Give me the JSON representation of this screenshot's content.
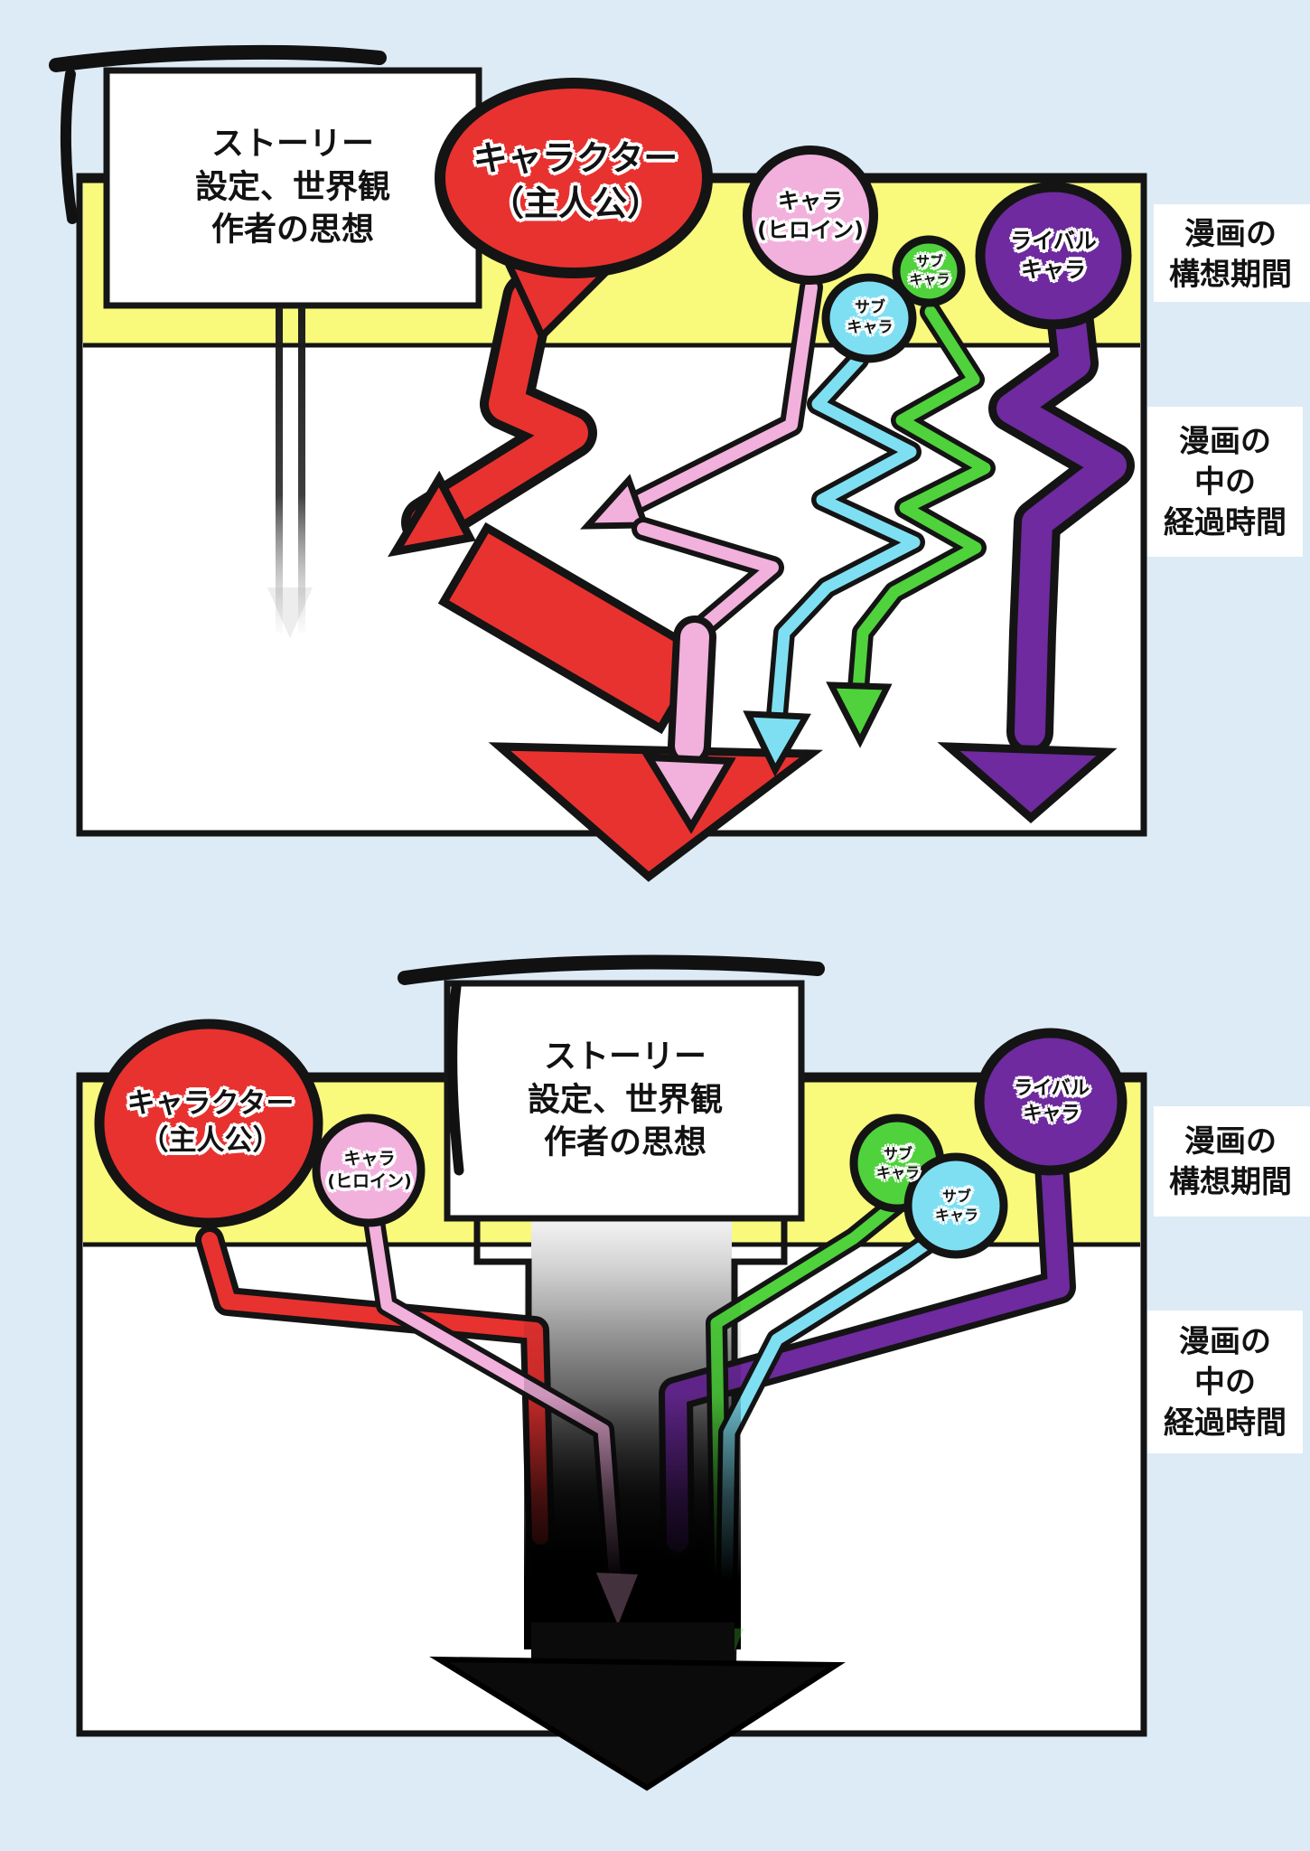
{
  "colors": {
    "page_bg": "#dcebf5",
    "panel_bg": "#ffffff",
    "outline": "#141414",
    "yellow_band": "#f9f97c",
    "red": "#e83230",
    "pink": "#f2b0dc",
    "cyan": "#7fdff2",
    "green": "#4fd23c",
    "purple": "#6e2a9e",
    "black_arrow": "#0b0b0b"
  },
  "panel_top": {
    "source_box": {
      "line1": "ストーリー",
      "line2": "設定、世界観",
      "line3": "作者の思想"
    },
    "balloons": {
      "protagonist": {
        "line1": "キャラクター",
        "line2": "（主人公）"
      },
      "heroine": {
        "line1": "キャラ",
        "line2": "(ヒロイン)"
      },
      "sub_cyan": {
        "line1": "サブ",
        "line2": "キャラ"
      },
      "sub_green": {
        "line1": "サブ",
        "line2": "キャラ"
      },
      "rival": {
        "line1": "ライバル",
        "line2": "キャラ"
      }
    },
    "side_labels": {
      "conception": {
        "line1": "漫画の",
        "line2": "構想期間"
      },
      "elapsed": {
        "line1": "漫画の",
        "line2": "中の",
        "line3": "経過時間"
      }
    }
  },
  "panel_bottom": {
    "source_box": {
      "line1": "ストーリー",
      "line2": "設定、世界観",
      "line3": "作者の思想"
    },
    "balloons": {
      "protagonist": {
        "line1": "キャラクター",
        "line2": "（主人公）"
      },
      "heroine": {
        "line1": "キャラ",
        "line2": "(ヒロイン)"
      },
      "sub_green": {
        "line1": "サブ",
        "line2": "キャラ"
      },
      "sub_cyan": {
        "line1": "サブ",
        "line2": "キャラ"
      },
      "rival": {
        "line1": "ライバル",
        "line2": "キャラ"
      }
    },
    "side_labels": {
      "conception": {
        "line1": "漫画の",
        "line2": "構想期間"
      },
      "elapsed": {
        "line1": "漫画の",
        "line2": "中の",
        "line3": "経過時間"
      }
    }
  }
}
